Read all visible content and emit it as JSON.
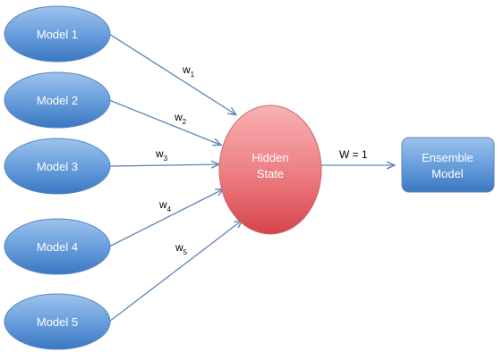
{
  "colors": {
    "model_fill_top": "#8fb9e8",
    "model_fill_bottom": "#3f7ec6",
    "hidden_fill_top": "#f6a3a6",
    "hidden_fill_bottom": "#d9494f",
    "edge": "#5b86b6"
  },
  "models": [
    {
      "label": "Model 1",
      "weight_base": "w",
      "weight_sub": "1"
    },
    {
      "label": "Model 2",
      "weight_base": "w",
      "weight_sub": "2"
    },
    {
      "label": "Model 3",
      "weight_base": "w",
      "weight_sub": "3"
    },
    {
      "label": "Model 4",
      "weight_base": "w",
      "weight_sub": "4"
    },
    {
      "label": "Model 5",
      "weight_base": "w",
      "weight_sub": "5"
    }
  ],
  "hidden": {
    "line1": "Hidden",
    "line2": "State"
  },
  "output_weight": "W = 1",
  "ensemble": {
    "line1": "Ensemble",
    "line2": "Model"
  }
}
